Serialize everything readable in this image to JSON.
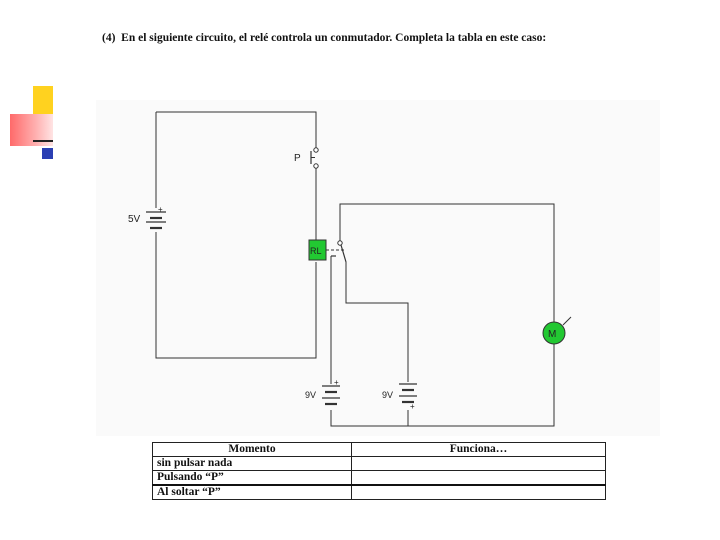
{
  "question": {
    "number": "(4)",
    "text": "En el siguiente circuito, el relé controla un conmutador. Completa la tabla en este caso:"
  },
  "circuit": {
    "switch_label": "P",
    "source1_label": "5V",
    "relay_label": "RL",
    "source2_label": "9V",
    "source3_label": "9V",
    "motor_label": "M",
    "plus": "+",
    "minus": "-",
    "colors": {
      "relay": "#22c832",
      "motor": "#22c832",
      "wire": "#333333"
    }
  },
  "table": {
    "headers": [
      "Momento",
      "Funciona…"
    ],
    "rows": [
      [
        "sin pulsar nada",
        ""
      ],
      [
        "Pulsando  “P”",
        ""
      ],
      [
        "Al soltar “P”",
        ""
      ]
    ]
  },
  "decoration": {
    "colors": [
      "#ffd21f",
      "#ff6a6a",
      "#2b3fb3"
    ]
  }
}
